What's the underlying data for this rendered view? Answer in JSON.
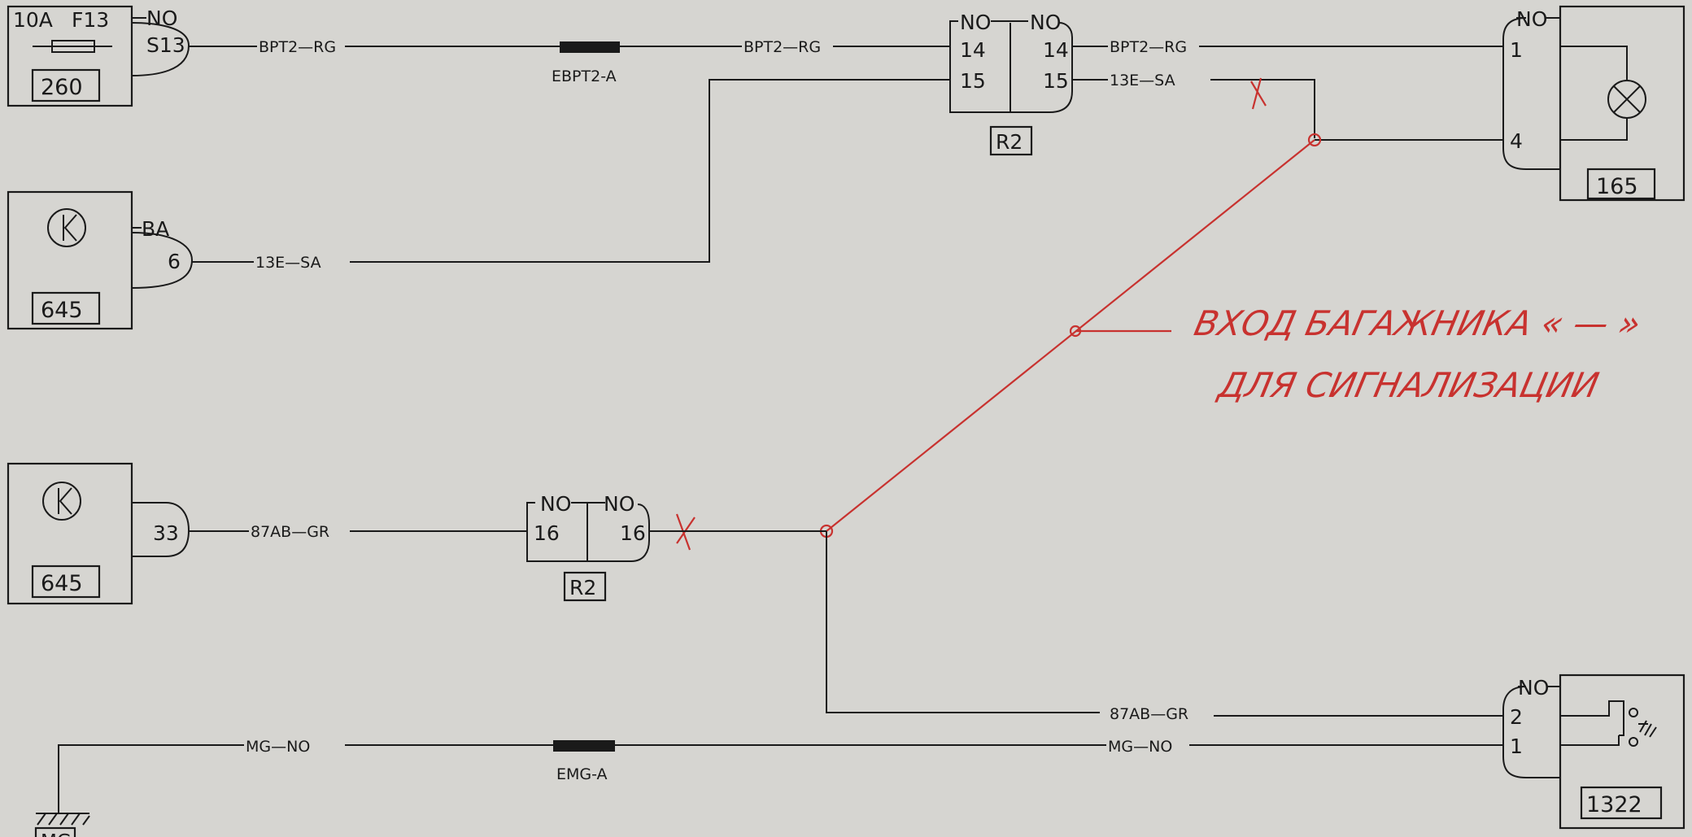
{
  "components": {
    "fuse_block": {
      "id": "260",
      "rating": "10A",
      "fuse": "F13",
      "color_tag": "NO",
      "terminal": "S13"
    },
    "switch_645_top": {
      "id": "645",
      "color_tag": "BA",
      "pin": "6"
    },
    "switch_645_bottom": {
      "id": "645",
      "pin": "33"
    },
    "connector_r2_top": {
      "label": "R2",
      "left_tag": "NO",
      "right_tag": "NO",
      "left_pins": [
        "14",
        "15"
      ],
      "right_pins": [
        "14",
        "15"
      ]
    },
    "connector_r2_bottom": {
      "label": "R2",
      "left_tag": "NO",
      "right_tag": "NO",
      "left_pin": "16",
      "right_pin": "16"
    },
    "lamp_165": {
      "id": "165",
      "color_tag": "NO",
      "pins": [
        "1",
        "4"
      ]
    },
    "switch_1322": {
      "id": "1322",
      "color_tag": "NO",
      "pins": [
        "2",
        "1"
      ]
    },
    "ground": {
      "label": "MG"
    }
  },
  "wires": {
    "w1": "BPT2—RG",
    "w2": "BPT2—RG",
    "w3": "BPT2—RG",
    "w4": "13E—SA",
    "w5": "13E—SA",
    "w6": "87AB—GR",
    "w7": "87AB—GR",
    "w8": "MG—NO",
    "w9": "MG—NO"
  },
  "splices": {
    "top": "EBPT2-A",
    "bottom": "EMG-A"
  },
  "annotation": {
    "line1": "ВХОД БАГАЖНИКА « — »",
    "line2": "ДЛЯ СИГНАЛИЗАЦИИ"
  },
  "colors": {
    "paper": "#d6d5d1",
    "ink": "#1a1a1a",
    "red_pen": "#c8322f"
  }
}
